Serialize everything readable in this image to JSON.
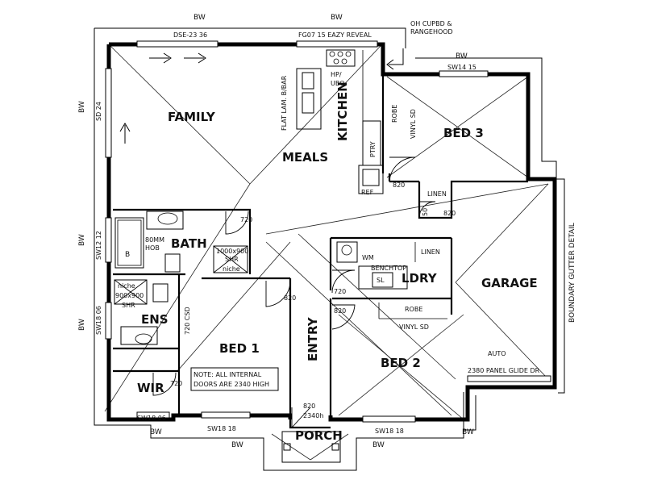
{
  "rooms": {
    "family": "FAMILY",
    "meals": "MEALS",
    "kitchen": "KITCHEN",
    "bed3": "BED 3",
    "bath": "BATH",
    "garage": "GARAGE",
    "ldry": "LDRY",
    "ens": "ENS",
    "bed1": "BED 1",
    "entry": "ENTRY",
    "bed2": "BED 2",
    "wir": "WIR",
    "porch": "PORCH"
  },
  "windows": {
    "family_top": "DSE-23 36",
    "kitchen_top": "FG07 15 EAZY REVEAL",
    "bed3_top": "SW14 15",
    "family_left": "SD 24",
    "bath_left": "SW12 12",
    "ens_left": "SW18 06",
    "wir_bottom": "SW18 06",
    "bed1_bottom": "SW18 18",
    "bed2_bottom": "SW18 18"
  },
  "boundary": {
    "bw_top_left": "BW",
    "bw_top_right": "BW",
    "bw_top_far": "BW",
    "bw_left_1": "BW",
    "bw_left_2": "BW",
    "bw_left_3": "BW",
    "bw_bottom_1": "BW",
    "bw_bottom_2": "BW",
    "bw_bottom_3": "BW",
    "bw_bottom_4": "BW",
    "gutter": "BOUNDARY GUTTER DETAIL"
  },
  "fixtures": {
    "oh_cupbd": "OH CUPBD &",
    "rangehood": "RANGEHOOD",
    "hp": "HP/",
    "ubo": "UBO",
    "flat_lam": "FLAT LAM. B/BAR",
    "robe_bed3": "ROBE",
    "vinyl_bed3": "VINYL SD",
    "ptry": "PTRY",
    "ref": "REF",
    "linen_garage": "LINEN",
    "linen_ldry": "LINEN",
    "wm": "WM",
    "benchtop": "BENCHTOP",
    "sl": "SL",
    "robe_bed2": "ROBE",
    "vinyl_bed2": "VINYL SD",
    "hob_1": "80MM",
    "hob_2": "HOB",
    "bath_b": "B",
    "shower_1": "1000x900",
    "shower_2": "SHR",
    "shower_niche": "niche",
    "ens_niche": "niche",
    "ens_shr_size": "900x900",
    "ens_shr": "SHR",
    "ens_csd": "720 CSD",
    "auto": "AUTO",
    "panel_glide": "2380 PANEL GLIDE DR",
    "note_1": "NOTE: ALL INTERNAL",
    "note_2": "DOORS ARE 2340 HIGH",
    "porch_door_1": "820",
    "porch_door_2": "2340h"
  },
  "doors": {
    "bed3": "820",
    "linen_garage": "820",
    "linen_50": "50",
    "bath": "720",
    "meals_ens": "820",
    "ldry": "720",
    "bed2": "820",
    "wir": "720"
  }
}
